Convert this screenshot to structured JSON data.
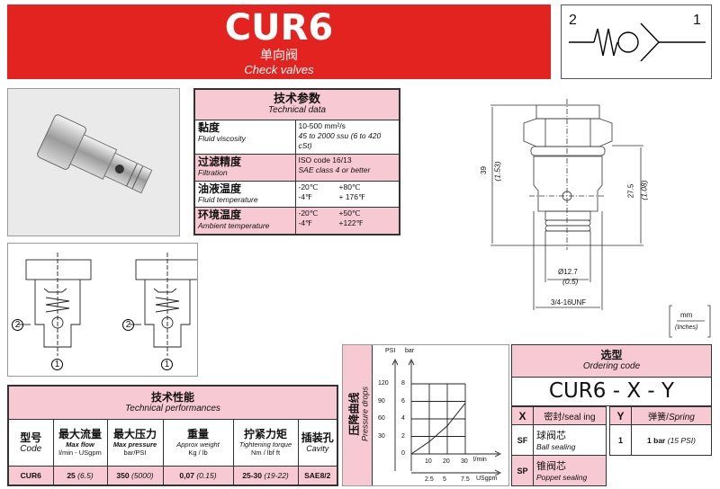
{
  "header": {
    "title": "CUR6",
    "subtitle_cn": "单向阀",
    "subtitle_en": "Check valves"
  },
  "symbol": {
    "port_left": "2",
    "port_right": "1",
    "icon": "check-valve-symbol"
  },
  "technical_data": {
    "title_cn": "技术参数",
    "title_en": "Technical data",
    "rows": [
      {
        "cn": "黏度",
        "en": "Fluid viscosity",
        "v1": "10-500 mm²/s",
        "v2": "45 to 2000 ssu (6 to 420 cSt)"
      },
      {
        "cn": "过滤精度",
        "en": "Filtration",
        "v1": "ISO code 16/13",
        "v2": "SAE class 4 or better"
      },
      {
        "cn": "油液温度",
        "en": "Fluid temperature",
        "v1a": "-20℃",
        "v1b": "+80℃",
        "v2a": "-4℉",
        "v2b": "+ 176℉"
      },
      {
        "cn": "环境温度",
        "en": "Ambient temperature",
        "v1a": "-20℃",
        "v1b": "+50℃",
        "v2a": "-4℉",
        "v2b": "+122℉"
      }
    ]
  },
  "dimensions": {
    "height": "39",
    "height_in": "(1.53)",
    "thread_len": "27.5",
    "thread_len_in": "(1.08)",
    "dia": "Ø12.7",
    "dia_in": "(0.5)",
    "thread": "3/4-16UNF",
    "unit_top": "mm",
    "unit_bottom": "(Inches)"
  },
  "section": {
    "port2": "2",
    "port1": "1"
  },
  "performance": {
    "title_cn": "技术性能",
    "title_en": "Technical performances",
    "columns": [
      {
        "cn": "型号",
        "en": "Code",
        "unit": ""
      },
      {
        "cn": "最大流量",
        "en": "Max flow",
        "unit": "l/min - USgpm"
      },
      {
        "cn": "最大压力",
        "en": "Max pressure",
        "unit": "bar/PSI"
      },
      {
        "cn": "重量",
        "en": "Approx weight",
        "unit": "Kg / lb"
      },
      {
        "cn": "拧紧力矩",
        "en": "Tightening torque",
        "unit": "Nm / lbf ft"
      },
      {
        "cn": "插装孔",
        "en": "Cavity",
        "unit": ""
      }
    ],
    "row": [
      {
        "main": "CUR6",
        "sub": ""
      },
      {
        "main": "25",
        "sub": "(6.5)"
      },
      {
        "main": "350",
        "sub": "(5000)"
      },
      {
        "main": "0,07",
        "sub": "(0.15)"
      },
      {
        "main": "25-30",
        "sub": "(19-22)"
      },
      {
        "main": "SAE8/2",
        "sub": ""
      }
    ]
  },
  "pressure_drop": {
    "title_cn": "压降曲线",
    "title_en": "Pressure drops",
    "psi_label": "PSI",
    "bar_label": "bar",
    "psi_ticks": [
      "120",
      "90",
      "60",
      "30"
    ],
    "bar_ticks": [
      "8",
      "6",
      "4",
      "2",
      "0"
    ],
    "x_ticks": [
      "10",
      "20",
      "30"
    ],
    "x_unit": "l/min",
    "x2_ticks": [
      "2.5",
      "5",
      "7.5"
    ],
    "x2_unit": "USgpm",
    "curve": [
      [
        0,
        0
      ],
      [
        10,
        1.4
      ],
      [
        20,
        3.2
      ],
      [
        30,
        5.8
      ]
    ]
  },
  "ordering": {
    "title_cn": "选型",
    "title_en": "Ordering code",
    "code": "CUR6 - X - Y",
    "x_label": "X",
    "x_head": "密封/seal ing",
    "y_label": "Y",
    "y_head_cn": "弹簧/",
    "y_head_en": "Spring",
    "x_options": [
      {
        "code": "SF",
        "cn": "球阀芯",
        "en": "Ball sealing"
      },
      {
        "code": "SP",
        "cn": "锥阀芯",
        "en": "Poppet sealing"
      }
    ],
    "y_options": [
      {
        "code": "1",
        "main": "1 bar",
        "sub": "(15 PSI)"
      }
    ]
  }
}
